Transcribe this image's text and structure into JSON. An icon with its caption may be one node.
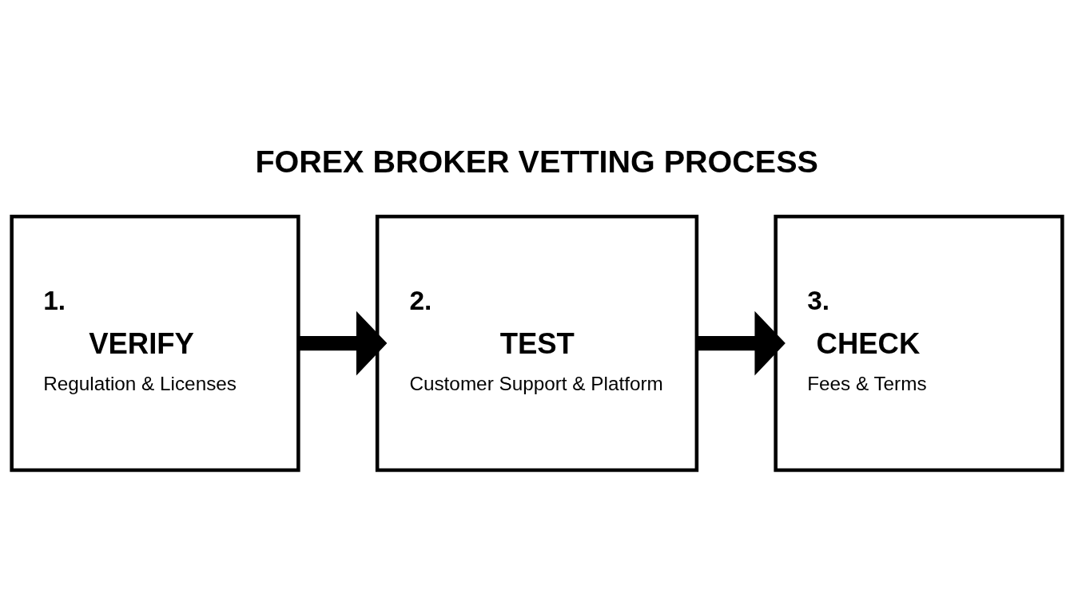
{
  "diagram": {
    "title": "FOREX BROKER VETTING PROCESS",
    "nodes": [
      {
        "text": [
          "1.",
          "VERIFY",
          "Regulation & Licenses"
        ]
      },
      {
        "text": [
          "2.",
          "TEST",
          "Customer Support & Platform"
        ]
      },
      {
        "text": [
          "3.",
          "CHECK",
          "Fees & Terms"
        ]
      }
    ],
    "edges": [
      {
        "from": 0,
        "to": 1,
        "arrow": "to"
      },
      {
        "from": 1,
        "to": 2,
        "arrow": "to"
      }
    ]
  }
}
